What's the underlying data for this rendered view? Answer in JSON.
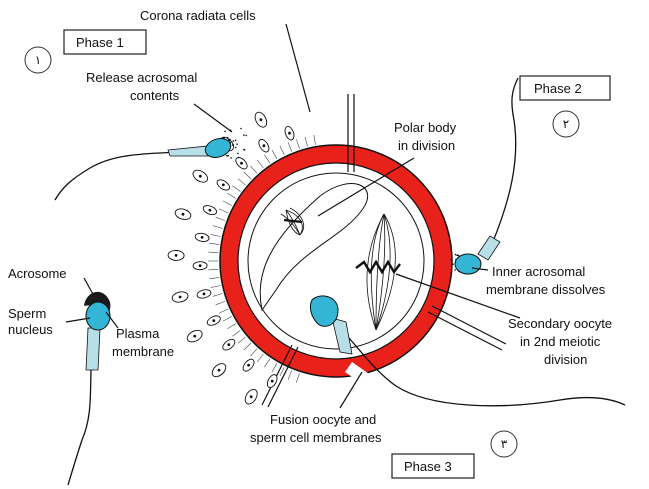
{
  "colors": {
    "zona": "#e8221a",
    "sperm_head": "#35b5d6",
    "acrosome": "#1a1a1a",
    "outline": "#111111"
  },
  "phases": [
    "Phase 1",
    "Phase 2",
    "Phase 3"
  ],
  "markers": [
    "١",
    "٢",
    "٣"
  ],
  "labels": {
    "corona_radiata": "Corona radiata cells",
    "release_1": "Release acrosomal",
    "release_2": "contents",
    "polar_1": "Polar body",
    "polar_2": "in division",
    "acrosome": "Acrosome",
    "sperm_1": "Sperm",
    "sperm_2": "nucleus",
    "plasma_1": "Plasma",
    "plasma_2": "membrane",
    "inner_1": "Inner acrosomal",
    "inner_2": "membrane dissolves",
    "secondary_1": "Secondary oocyte",
    "secondary_2": "in 2nd meiotic",
    "secondary_3": "division",
    "fusion_1": "Fusion oocyte and",
    "fusion_2": "sperm cell membranes"
  }
}
